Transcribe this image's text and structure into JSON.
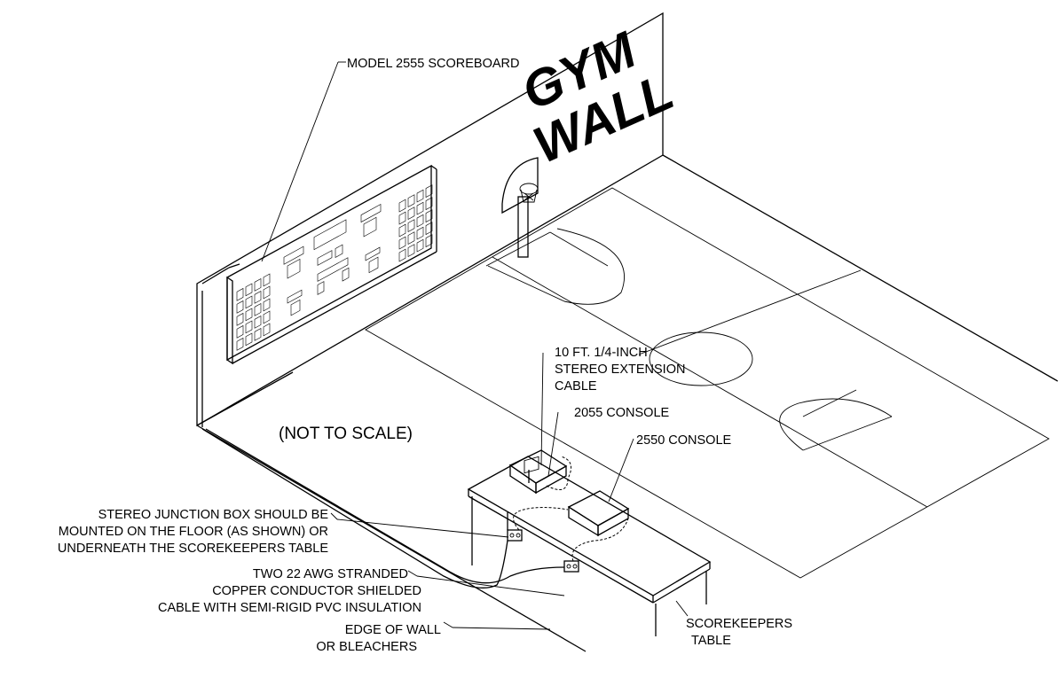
{
  "title": {
    "line1": "GYM",
    "line2": "WALL"
  },
  "note": "(NOT TO SCALE)",
  "labels": {
    "scoreboard": "MODEL 2555 SCOREBOARD",
    "extension_cable": [
      "10 FT. 1/4-INCH",
      "STEREO EXTENSION",
      "CABLE"
    ],
    "console_2055": "2055 CONSOLE",
    "console_2550": "2550 CONSOLE",
    "junction_box": [
      "STEREO JUNCTION BOX SHOULD BE",
      "MOUNTED ON THE FLOOR (AS SHOWN) OR",
      "UNDERNEATH THE SCOREKEEPERS TABLE"
    ],
    "cable": [
      "TWO 22 AWG STRANDED",
      "COPPER CONDUCTOR SHIELDED",
      "CABLE WITH SEMI-RIGID PVC INSULATION"
    ],
    "wall_edge": [
      "EDGE OF WALL",
      "OR BLEACHERS"
    ],
    "table": [
      "SCOREKEEPERS",
      "TABLE"
    ]
  }
}
